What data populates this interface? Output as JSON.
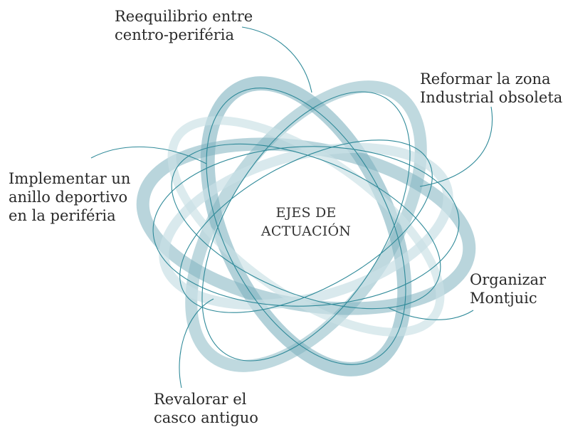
{
  "center": {
    "line1": "EJES DE",
    "line2": "ACTUACIÓN"
  },
  "labels": {
    "top": [
      "Reequilibrio entre",
      "centro-periféria"
    ],
    "top_right": [
      "Reformar la zona",
      "Industrial obsoleta"
    ],
    "left": [
      "Implementar un",
      "anillo deportivo",
      "en la periféria"
    ],
    "right": [
      "Organizar",
      "Montjuic"
    ],
    "bottom": [
      "Revalorar el",
      "casco antiguo"
    ]
  },
  "colors": {
    "ribbon": "#7fb3bf",
    "ribbon_light": "#c9e0e5",
    "line": "#2f8a99",
    "text": "#2a2a2a"
  }
}
